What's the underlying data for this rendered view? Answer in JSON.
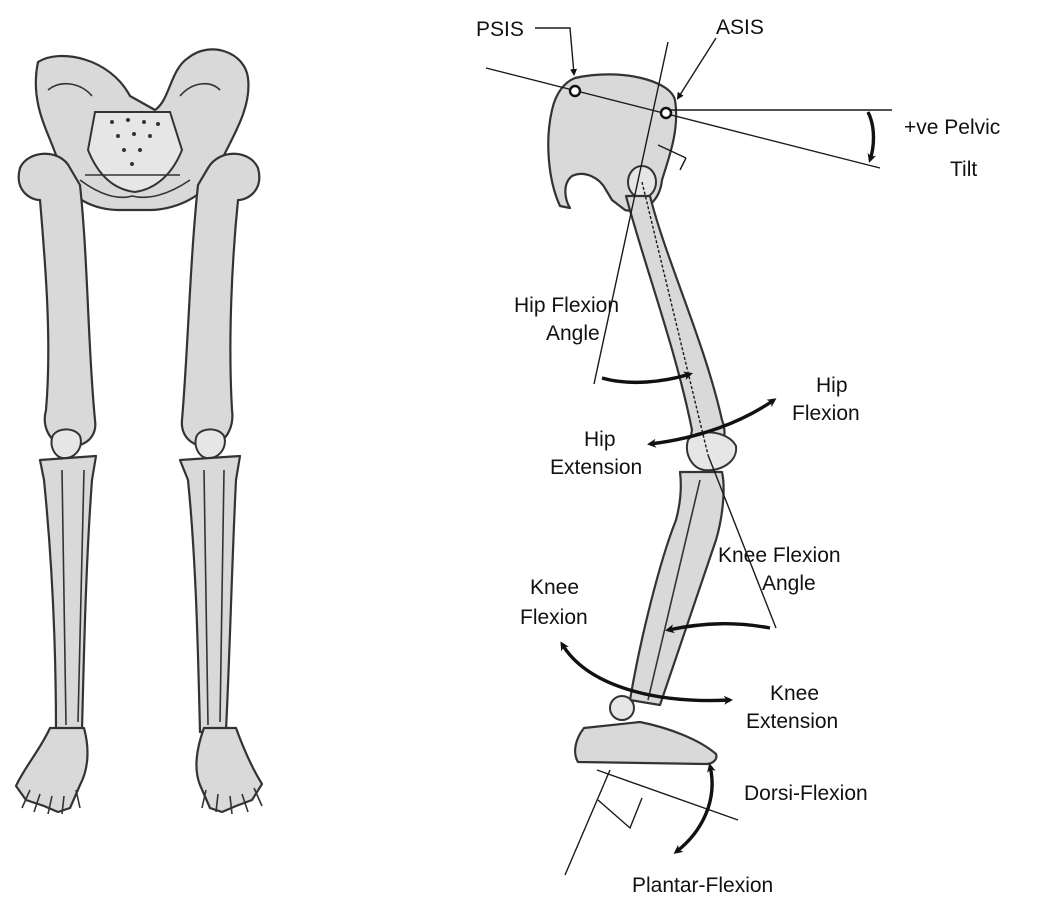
{
  "labels": {
    "psis": "PSIS",
    "asis": "ASIS",
    "pelvic_tilt_line1": "+ve Pelvic",
    "pelvic_tilt_line2": "Tilt",
    "hip_flexion_angle_line1": "Hip Flexion",
    "hip_flexion_angle_line2": "Angle",
    "hip_flexion_line1": "Hip",
    "hip_flexion_line2": "Flexion",
    "hip_extension_line1": "Hip",
    "hip_extension_line2": "Extension",
    "knee_flexion_angle_line1": "Knee Flexion",
    "knee_flexion_angle_line2": "Angle",
    "knee_flexion_line1": "Knee",
    "knee_flexion_line2": "Flexion",
    "knee_extension_line1": "Knee",
    "knee_extension_line2": "Extension",
    "dorsi_flexion": "Dorsi-Flexion",
    "plantar_flexion": "Plantar-Flexion"
  }
}
